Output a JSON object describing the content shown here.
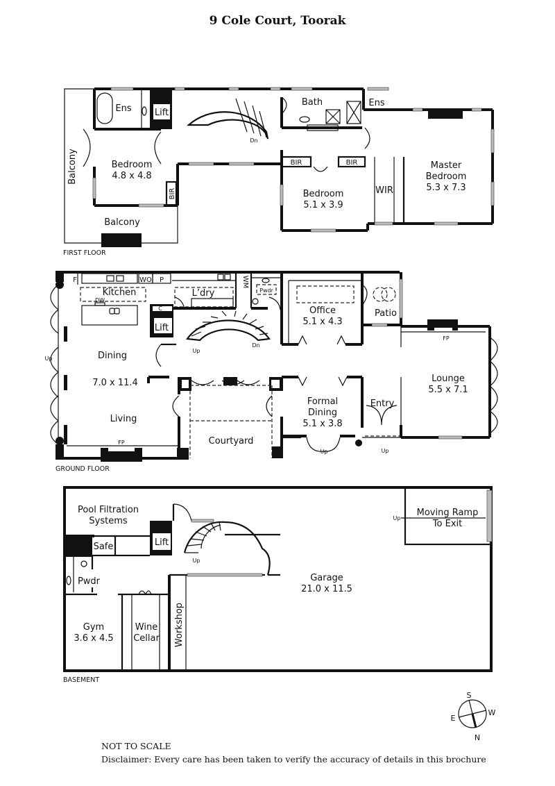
{
  "title": "9 Cole Court, Toorak",
  "floors": {
    "first": {
      "label": "FIRST FLOOR",
      "rooms": {
        "ens_left": "Ens",
        "lift": "Lift",
        "stairs_dn": "Dn",
        "bath": "Bath",
        "ens_right": "Ens",
        "balcony_side": "Balcony",
        "bedroom1_name": "Bedroom",
        "bedroom1_size": "4.8 x 4.8",
        "bir_1": "BIR",
        "balcony_bottom": "Balcony",
        "bir_2": "BIR",
        "bir_3": "BIR",
        "bedroom2_name": "Bedroom",
        "bedroom2_size": "5.1 x 3.9",
        "wir": "WIR",
        "master_name_1": "Master",
        "master_name_2": "Bedroom",
        "master_size": "5.3 x 7.3"
      }
    },
    "ground": {
      "label": "GROUND FLOOR",
      "rooms": {
        "fridge": "F",
        "wall_oven": "WO",
        "pantry": "P",
        "kitchen": "Kitchen",
        "dishwasher": "DW",
        "laundry": "L’dry",
        "washing_machine": "WM",
        "powder": "Pwdr",
        "cupboard": "C",
        "lift": "Lift",
        "stairs_up": "Up",
        "stairs_dn": "Dn",
        "office_name": "Office",
        "office_size": "5.1 x 4.3",
        "patio": "Patio",
        "dining": "Dining",
        "dining_living_size": "7.0 x 11.4",
        "living": "Living",
        "fp_living": "FP",
        "up_side": "Up",
        "courtyard": "Courtyard",
        "formal_dining_1": "Formal",
        "formal_dining_2": "Dining",
        "formal_dining_size": "5.1 x 3.8",
        "up_formal": "Up",
        "entry": "Entry",
        "up_entry": "Up",
        "lounge_name": "Lounge",
        "lounge_size": "5.5 x 7.1",
        "fp_lounge": "FP"
      }
    },
    "basement": {
      "label": "BASEMENT",
      "rooms": {
        "pool_1": "Pool Filtration",
        "pool_2": "Systems",
        "safe": "Safe",
        "lift": "Lift",
        "stairs_up": "Up",
        "powder": "Pwdr",
        "gym_name": "Gym",
        "gym_size": "3.6 x 4.5",
        "wine_1": "Wine",
        "wine_2": "Cellar",
        "workshop": "Workshop",
        "garage_name": "Garage",
        "garage_size": "21.0 x 11.5",
        "ramp_1": "Moving Ramp",
        "ramp_2": "To Exit",
        "ramp_up": "Up"
      }
    }
  },
  "compass": {
    "n": "N",
    "s": "S",
    "e": "E",
    "w": "W"
  },
  "footer": {
    "scale_note": "NOT TO SCALE",
    "disclaimer": "Disclaimer: Every care has been taken to verify the accuracy of details in this brochure"
  }
}
